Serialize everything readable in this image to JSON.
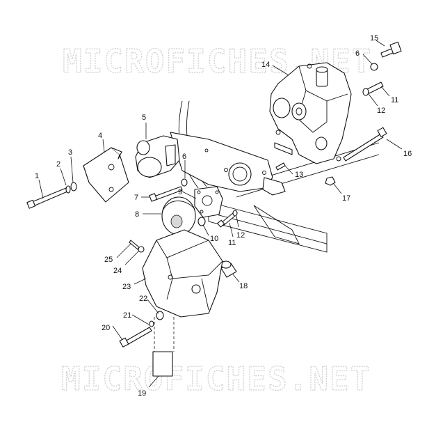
{
  "watermarks": [
    "MICROFICHES.NET",
    "MICROFICHES.NET"
  ],
  "callouts": [
    "1",
    "2",
    "3",
    "4",
    "5",
    "6",
    "6",
    "7",
    "8",
    "9",
    "10",
    "11",
    "11",
    "12",
    "12",
    "13",
    "14",
    "15",
    "16",
    "17",
    "18",
    "19",
    "20",
    "21",
    "22",
    "23",
    "24",
    "25"
  ]
}
